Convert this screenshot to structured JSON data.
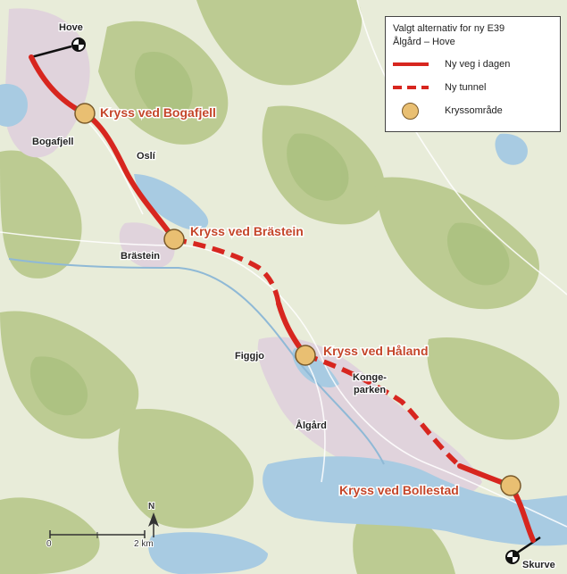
{
  "legend": {
    "title_line1": "Valgt alternativ for ny E39",
    "title_line2": "Ålgård – Hove",
    "items": [
      {
        "label": "Ny veg i dagen"
      },
      {
        "label": "Ny tunnel"
      },
      {
        "label": "Kryssområde"
      }
    ]
  },
  "junctions": {
    "bogafjell": "Kryss ved Bogafjell",
    "brastein": "Kryss ved Brästein",
    "haland": "Kryss ved Håland",
    "bollestad": "Kryss ved Bollestad"
  },
  "places": {
    "hove": "Hove",
    "bogafjell": "Bogafjell",
    "osli": "Oslí",
    "brastein": "Brästein",
    "figgjo": "Figgjo",
    "konge1": "Konge-",
    "konge2": "parken",
    "algard": "Ålgård",
    "skurve": "Skurve"
  },
  "scale": {
    "start": "0",
    "end": "2 km"
  },
  "north_label": "N",
  "colors": {
    "road": "#d7261f",
    "junction_fill": "#e9bf72",
    "label": "#c4462a",
    "water": "#a8cbe2",
    "forest": "#bccb92",
    "urban": "#e0d3dc"
  },
  "icons": {
    "endpoint": "crosshair-circle-icon",
    "north": "north-arrow-icon"
  }
}
